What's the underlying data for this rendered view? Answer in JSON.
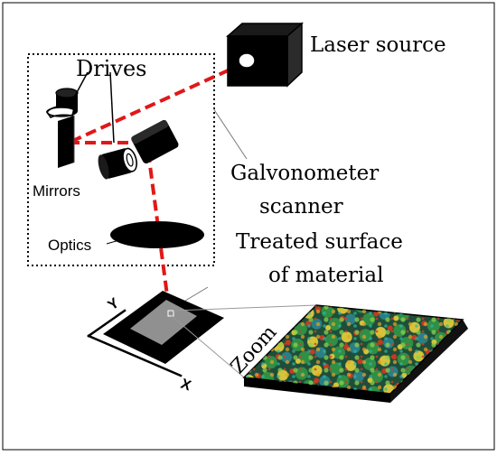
{
  "labels": {
    "laser_source": "Laser source",
    "drives": "Drives",
    "mirrors": "Mirrors",
    "galvo_line1": "Galvonometer",
    "galvo_line2": "scanner",
    "optics": "Optics",
    "treated_line1": "Treated surface",
    "treated_line2": "of material",
    "zoom": "Zoom",
    "axis_x": "X",
    "axis_y": "Y"
  },
  "colors": {
    "beam": "#e01818",
    "ink": "#000000",
    "sample": "#909090",
    "surface_dark": "#1e4e3a",
    "surface_green": "#2f8f45",
    "surface_yellow": "#d6c33a",
    "surface_red": "#c43a22",
    "surface_teal": "#2a7f86"
  },
  "icons": {
    "laser": "laser-source-icon",
    "drive": "drive-motor-icon",
    "mirror": "mirror-icon",
    "lens": "optics-lens-icon",
    "workpiece": "workpiece-icon",
    "surface": "surface-topography-icon"
  }
}
